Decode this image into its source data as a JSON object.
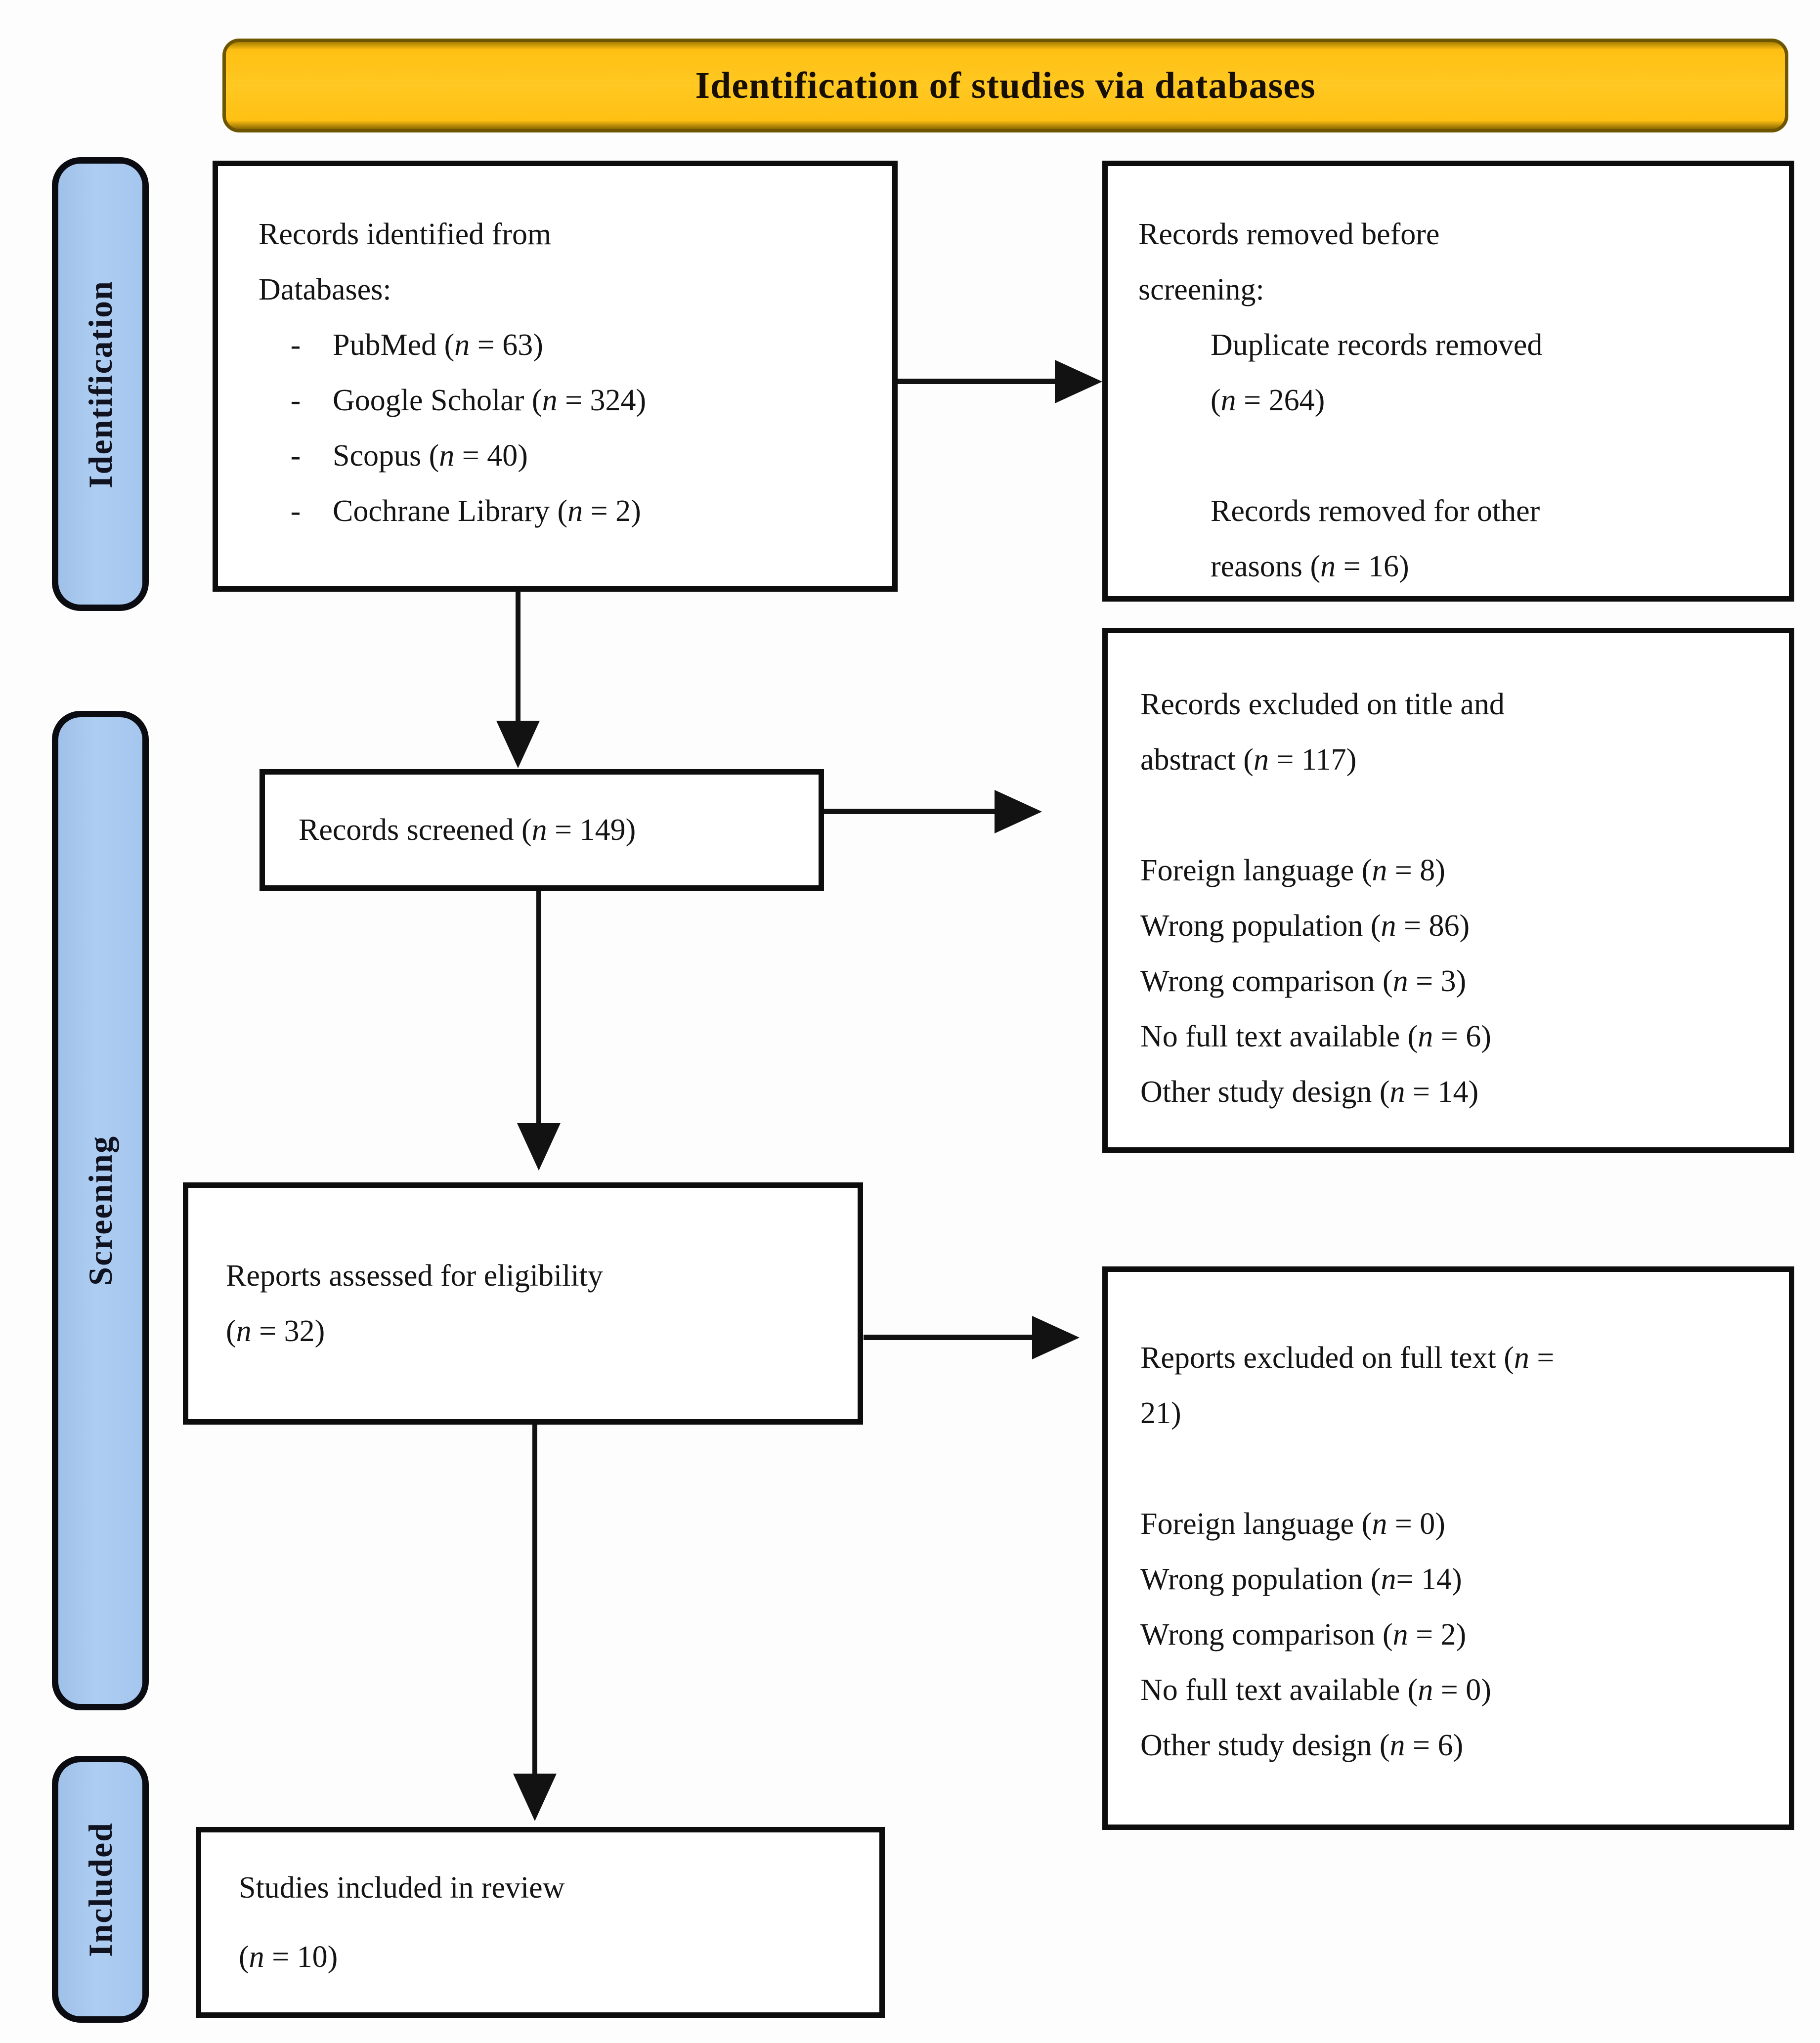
{
  "banner": {
    "title": "Identification of studies via databases"
  },
  "stages": {
    "identification": "Identification",
    "screening": "Screening",
    "included": "Included"
  },
  "boxes": {
    "identified": {
      "title_lines": [
        "Records identified from",
        "Databases:"
      ],
      "bullet": "-",
      "items": [
        "PubMed (n = 63)",
        "Google Scholar (n = 324)",
        "Scopus (n = 40)",
        "Cochrane Library (n = 2)"
      ]
    },
    "removed_before_screening": {
      "title_lines": [
        "Records removed before",
        "screening:"
      ],
      "item1_lines": [
        "Duplicate records removed",
        "(n = 264)"
      ],
      "item2_lines": [
        "Records removed for other",
        "reasons (n = 16)"
      ]
    },
    "screened": {
      "text": "Records screened (n = 149)"
    },
    "excluded_title_abstract": {
      "title_lines": [
        "Records excluded on title and",
        "abstract (n = 117)"
      ],
      "reasons": [
        "Foreign language (n = 8)",
        "Wrong population (n = 86)",
        "Wrong comparison (n = 3)",
        "No full text available (n = 6)",
        "Other study design (n = 14)"
      ]
    },
    "assessed": {
      "lines": [
        "Reports assessed for eligibility",
        "(n = 32)"
      ]
    },
    "excluded_full_text": {
      "title_lines": [
        "Reports excluded on full text (n =",
        "21)"
      ],
      "reasons": [
        "Foreign language (n = 0)",
        "Wrong population (n= 14)",
        "Wrong comparison (n = 2)",
        "No full text available (n = 0)",
        "Other study design (n = 6)"
      ]
    },
    "included": {
      "lines": [
        "Studies included in review",
        "(n = 10)"
      ]
    }
  },
  "colors": {
    "banner_fill": "#FFC013",
    "banner_border": "#6E5600",
    "stage_fill": "#A8C8EE",
    "box_border": "#0D0D0D",
    "arrow": "#121212"
  }
}
